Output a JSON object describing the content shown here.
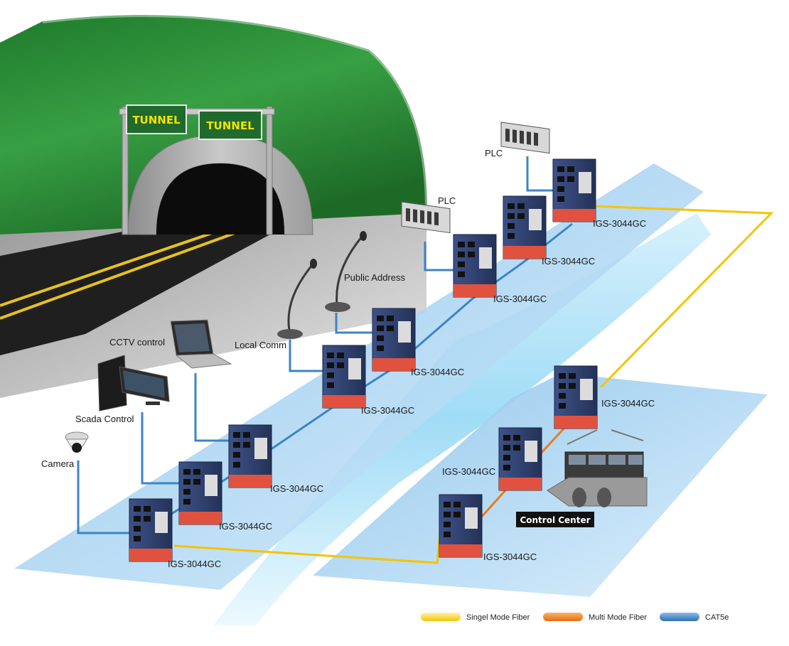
{
  "tunnel": {
    "sign_left": "TUNNEL",
    "sign_right": "TUNNEL"
  },
  "devices": {
    "switch_model": "IGS-3044GC",
    "plc": "PLC",
    "public_address": "Public Address",
    "local_comm": "Local Comm",
    "cctv_control": "CCTV control",
    "scada_control": "Scada Control",
    "camera": "Camera",
    "control_center": "Control Center"
  },
  "legend": [
    {
      "label": "Singel Mode Fiber",
      "color": "#f5c400"
    },
    {
      "label": "Multi Mode Fiber",
      "color": "#ee7a1a"
    },
    {
      "label": "CAT5e",
      "color": "#3d84c6"
    }
  ],
  "colors": {
    "single_mode_fiber": "#f5c400",
    "multi_mode_fiber": "#ee7a1a",
    "cat5e": "#3d84c6",
    "switch_body": "#2f3f66",
    "switch_accent": "#e0523f",
    "grass": "#2f8f36",
    "platform": "#a8d4f2"
  }
}
